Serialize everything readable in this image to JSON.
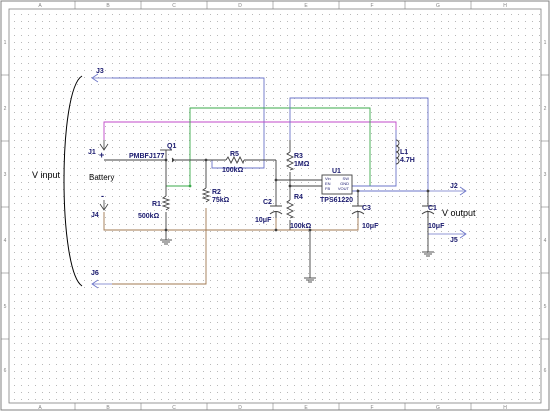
{
  "colors": {
    "background": "#ffffff",
    "grid_dot": "#b8b8b8",
    "border": "#808080",
    "wire_black": "#404040",
    "wire_blue": "#6b74c8",
    "wire_green": "#3aa84a",
    "wire_magenta": "#c048c8",
    "wire_brown": "#a07850",
    "label": "#1a1a6e"
  },
  "border": {
    "columns": [
      "A",
      "B",
      "C",
      "D",
      "E",
      "F",
      "G",
      "H"
    ],
    "rows": [
      "1",
      "2",
      "3",
      "4",
      "5",
      "6"
    ]
  },
  "labels": {
    "v_input": "V input",
    "v_output": "V output",
    "battery": "Battery"
  },
  "connectors": {
    "j1": "J1",
    "j2": "J2",
    "j3": "J3",
    "j4": "J4",
    "j5": "J5",
    "j6": "J6"
  },
  "battery_terminals": {
    "plus": "+",
    "minus": "-"
  },
  "components": {
    "q1": {
      "ref": "Q1",
      "value": "PMBFJ177"
    },
    "r1": {
      "ref": "R1",
      "value": "500kΩ"
    },
    "r2": {
      "ref": "R2",
      "value": "75kΩ"
    },
    "r3": {
      "ref": "R3",
      "value": "1MΩ"
    },
    "r4": {
      "ref": "R4",
      "value": "100kΩ"
    },
    "r5": {
      "ref": "R5",
      "value": "100kΩ"
    },
    "c1": {
      "ref": "C1",
      "value": "10μF"
    },
    "c2": {
      "ref": "C2",
      "value": "10μF"
    },
    "c3": {
      "ref": "C3",
      "value": "10μF"
    },
    "l1": {
      "ref": "L1",
      "value": "4.7H"
    },
    "u1": {
      "ref": "U1",
      "value": "TPS61220"
    }
  },
  "ic_pins": {
    "left": [
      "Vin",
      "EN",
      "FB"
    ],
    "right": [
      "SW",
      "VOUT",
      "GND"
    ]
  }
}
